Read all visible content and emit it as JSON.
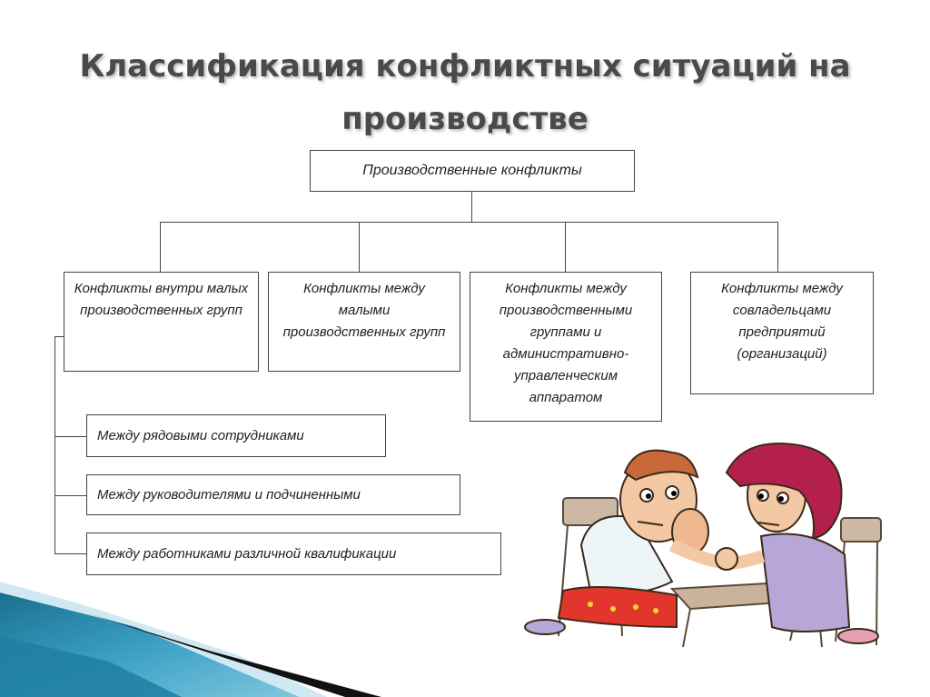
{
  "slide": {
    "title_line1": "Классификация конфликтных ситуаций на",
    "title_line2": "производстве"
  },
  "diagram": {
    "root": "Производственные конфликты",
    "categories": [
      "Конфликты внутри малых производственных групп",
      "Конфликты между малыми производственных групп",
      "Конфликты между производственными группами и административно-управленческим аппаратом",
      "Конфликты между совладельцами предприятий (организаций)"
    ],
    "subcategories": [
      "Между рядовыми сотрудниками",
      "Между руководителями и подчиненными",
      "Между работниками различной квалификации"
    ]
  },
  "illustration": "cartoon-arm-wrestling",
  "colors": {
    "title": "#4a4a4a",
    "accent_teal": "#2e8fb0",
    "woman_hair": "#b3204d"
  }
}
